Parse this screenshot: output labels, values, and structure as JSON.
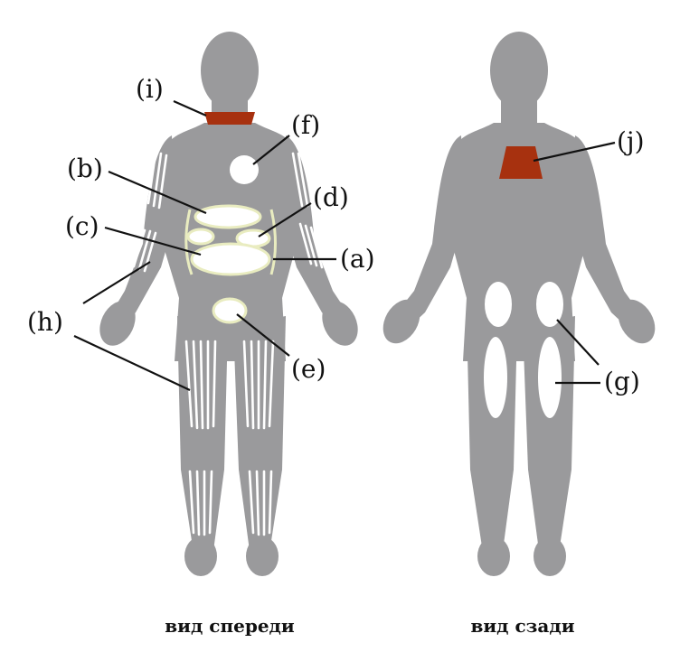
{
  "colors": {
    "silhouette": "#9a9a9c",
    "accent": "#a7310f",
    "zone": "#ffffff",
    "zone_outline": "#e9ecc0"
  },
  "labels": {
    "a": "(a)",
    "b": "(b)",
    "c": "(c)",
    "d": "(d)",
    "e": "(e)",
    "f": "(f)",
    "g": "(g)",
    "h": "(h)",
    "i": "(i)",
    "j": "(j)"
  },
  "captions": {
    "front": "вид спереди",
    "back": "вид сзади"
  }
}
